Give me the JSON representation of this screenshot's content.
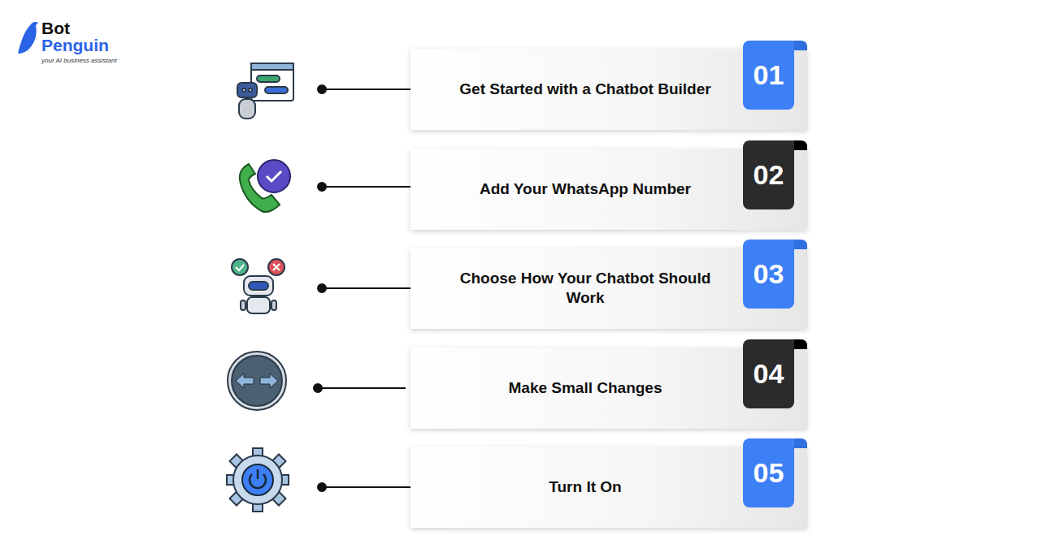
{
  "diagram": {
    "nodes": [
      {
        "text": [
          "Get Started with a Chatbot Builder"
        ]
      },
      {
        "text": [
          "01"
        ],
        "in": 0
      },
      {
        "text": [
          "Add Your WhatsApp Number"
        ]
      },
      {
        "text": [
          "02"
        ],
        "in": 2
      },
      {
        "text": [
          "Choose How Your Chatbot Should Work"
        ]
      },
      {
        "text": [
          "03"
        ],
        "in": 4
      },
      {
        "text": [
          "Make Small Changes"
        ]
      },
      {
        "text": [
          "04"
        ],
        "in": 6
      },
      {
        "text": [
          "Turn It On"
        ]
      },
      {
        "text": [
          "05"
        ],
        "in": 8
      }
    ],
    "edges": [],
    "labels": [
      "Bot",
      "Penguin",
      "your AI business assistant"
    ]
  }
}
